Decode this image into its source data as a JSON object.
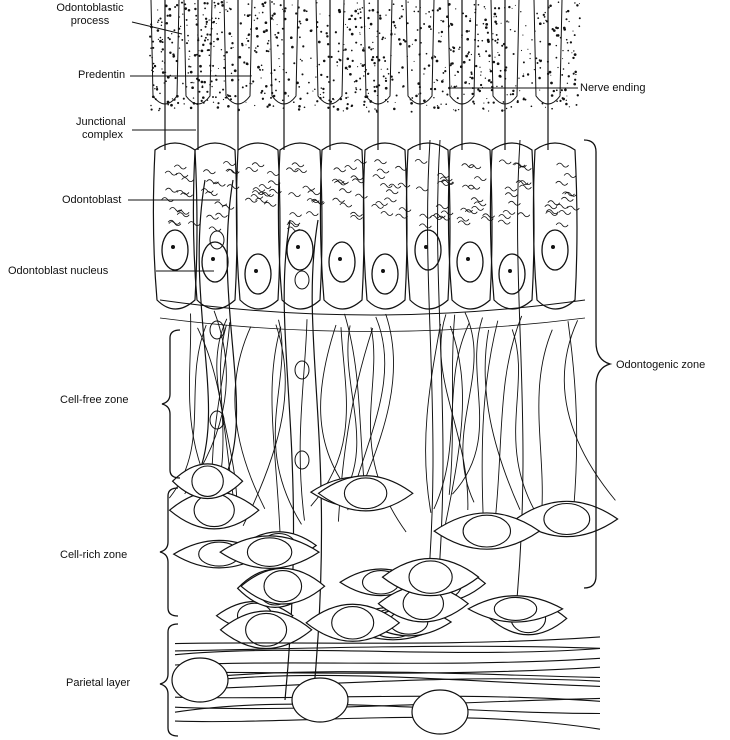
{
  "labels": {
    "odontoblastic_process": "Odontoblastic process",
    "odontoblastic_process_l1": "Odontoblastic",
    "odontoblastic_process_l2": "process",
    "predentin": "Predentin",
    "junctional_l1": "Junctional",
    "junctional_l2": "complex",
    "odontoblast": "Odontoblast",
    "odontoblast_nucleus": "Odontoblast nucleus",
    "nerve_ending": "Nerve ending",
    "odontogenic_zone": "Odontogenic zone",
    "cell_free_zone": "Cell-free zone",
    "cell_rich_zone": "Cell-rich zone",
    "parietal_layer": "Parietal layer"
  },
  "colors": {
    "ink": "#111111",
    "paper": "#ffffff"
  }
}
